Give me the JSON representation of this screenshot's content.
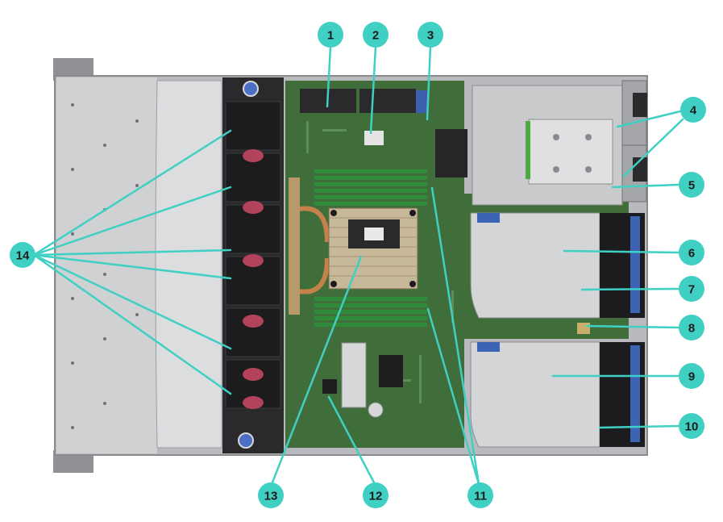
{
  "colors": {
    "callout_fill": "#3fd0c3",
    "callout_line": "#3fd0c3",
    "chassis_metal": "#c9cacc",
    "motherboard_green": "#3f6e3a",
    "fan_black": "#1c1c1e",
    "fan_accent": "#b3435a",
    "dimm_green": "#2f8a3a",
    "riser_metal": "#d4d5d7"
  },
  "callouts": [
    {
      "id": "callout-1",
      "label": "1"
    },
    {
      "id": "callout-2",
      "label": "2"
    },
    {
      "id": "callout-3",
      "label": "3"
    },
    {
      "id": "callout-4",
      "label": "4"
    },
    {
      "id": "callout-5",
      "label": "5"
    },
    {
      "id": "callout-6",
      "label": "6"
    },
    {
      "id": "callout-7",
      "label": "7"
    },
    {
      "id": "callout-8",
      "label": "8"
    },
    {
      "id": "callout-9",
      "label": "9"
    },
    {
      "id": "callout-10",
      "label": "10"
    },
    {
      "id": "callout-11",
      "label": "11"
    },
    {
      "id": "callout-12",
      "label": "12"
    },
    {
      "id": "callout-13",
      "label": "13"
    },
    {
      "id": "callout-14",
      "label": "14"
    }
  ],
  "components": {
    "drive_cage": "drive-bay-cage-icon",
    "fans": "fan-module-icon",
    "heatsink": "processor-heatsink-icon",
    "dimms": "dimm-slot-icon",
    "risers": "pcie-riser-cage-icon",
    "psu": "power-supply-icon",
    "motherboard": "system-board-icon"
  }
}
